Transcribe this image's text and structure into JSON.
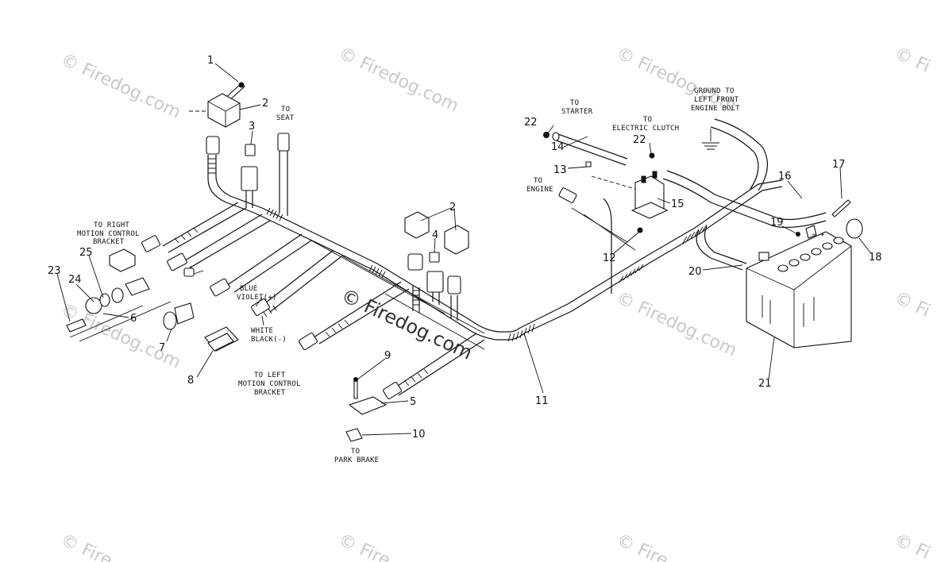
{
  "watermark": {
    "text": "© Firedog.com",
    "center_text": "© Firedog.com",
    "tiles": [
      "© Firedog.com",
      "© Firedog.com",
      "© Firedog.com",
      "© Fi",
      "© Firedog.com",
      "© Firedog.com",
      "© Fi",
      "© Fire",
      "© Fire",
      "© Fire",
      "© Fi"
    ]
  },
  "callouts": {
    "c1": "1",
    "c2a": "2",
    "c2b": "2",
    "c3": "3",
    "c4": "4",
    "c5": "5",
    "c6": "6",
    "c7": "7",
    "c8": "8",
    "c9": "9",
    "c10": "10",
    "c11": "11",
    "c12": "12",
    "c13": "13",
    "c14": "14",
    "c15": "15",
    "c16": "16",
    "c17": "17",
    "c18": "18",
    "c19": "19",
    "c20": "20",
    "c21": "21",
    "c22a": "22",
    "c22b": "22",
    "c23": "23",
    "c24": "24",
    "c25": "25"
  },
  "labels": {
    "to_seat": [
      "TO",
      "SEAT"
    ],
    "to_right_motion": [
      "TO RIGHT",
      "MOTION CONTROL",
      "BRACKET"
    ],
    "blue_violet": [
      "BLUE",
      "VIOLET(+)"
    ],
    "white_black": [
      "WHITE",
      "BLACK(-)"
    ],
    "to_left_motion": [
      "TO LEFT",
      "MOTION CONTROL",
      "BRACKET"
    ],
    "to_park_brake": [
      "TO",
      "PARK BRAKE"
    ],
    "to_starter": [
      "TO",
      "STARTER"
    ],
    "to_electric_clutch": [
      "TO",
      "ELECTRIC CLUTCH"
    ],
    "to_engine": [
      "TO",
      "ENGINE"
    ],
    "ground": [
      "GROUND TO",
      "LEFT FRONT",
      "ENGINE BOLT"
    ]
  }
}
